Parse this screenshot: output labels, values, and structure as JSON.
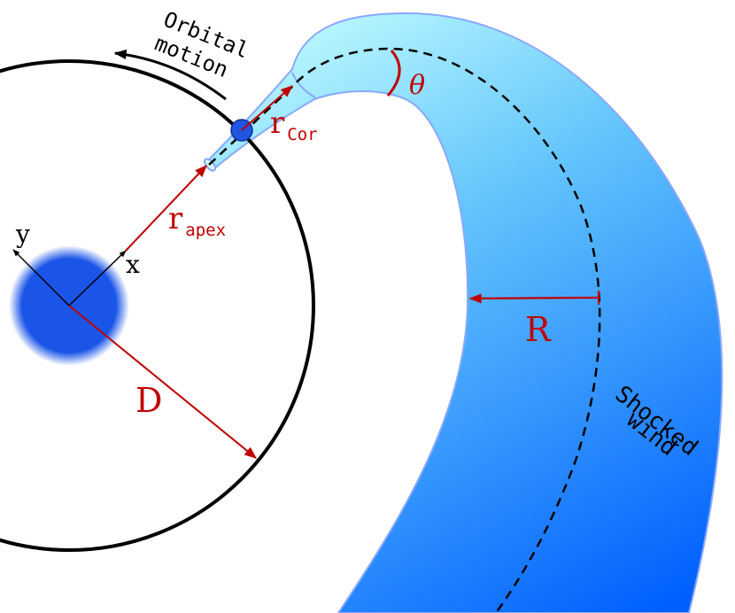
{
  "labels": {
    "orbital_line1": "Orbital",
    "orbital_line2": "motion",
    "r_cor_main": "r",
    "r_cor_sub": "Cor",
    "r_apex_main": "r",
    "r_apex_sub": "apex",
    "theta": "θ",
    "y_axis": "y",
    "x_axis": "x",
    "R": "R",
    "D": "D",
    "shocked_line1": "Shocked",
    "shocked_line2": "wind"
  },
  "colors": {
    "annotation_red": "#c00000",
    "star": "#1a55e8",
    "orbit": "#000000",
    "tube_light": "#b4f4ff",
    "tube_dark": "#0064ff",
    "tube_edge": "#88a8ff"
  }
}
